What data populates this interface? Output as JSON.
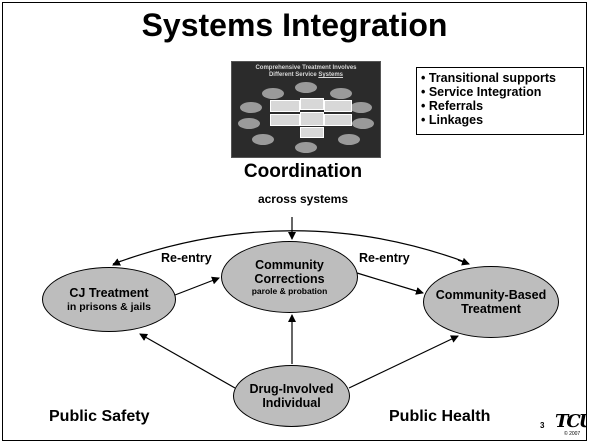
{
  "slide": {
    "title": "Systems Integration",
    "thumbnail": {
      "title_line1": "Comprehensive Treatment Involves",
      "title_line2_prefix": "Different Service ",
      "title_line2_emph": "Systems"
    },
    "bullets": [
      "• Transitional supports",
      "• Service Integration",
      "• Referrals",
      "• Linkages"
    ],
    "coordination_heading": "Coordination",
    "coordination_sub": "across systems",
    "reentry_left": "Re-entry",
    "reentry_right": "Re-entry",
    "nodes": {
      "cj": {
        "line1": "CJ Treatment",
        "line2": "in prisons & jails"
      },
      "cc": {
        "line1": "Community",
        "line2": "Corrections",
        "line3": "parole & probation"
      },
      "cb": {
        "line1": "Community-Based",
        "line2": "Treatment"
      },
      "di": {
        "line1": "Drug-Involved",
        "line2": "Individual"
      }
    },
    "public_safety": "Public Safety",
    "public_health": "Public Health",
    "slide_number": "3",
    "logo_text": "TCU",
    "logo_sub": "© 2007"
  }
}
